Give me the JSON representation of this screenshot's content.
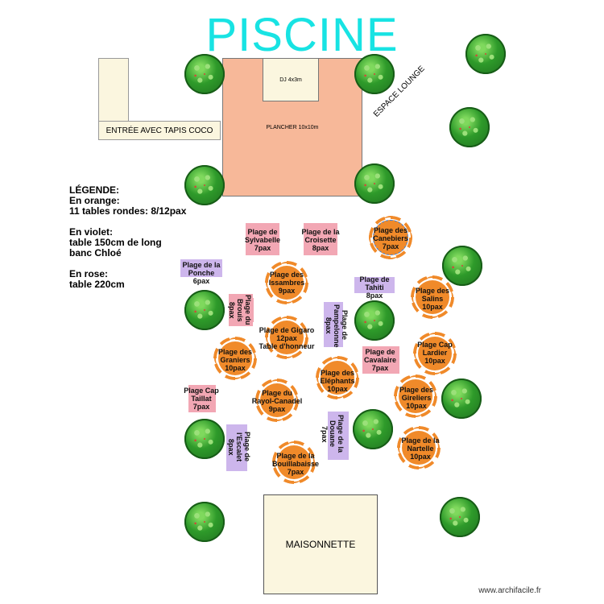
{
  "title": "PISCINE",
  "entree": "ENTRÉE AVEC TAPIS COCO",
  "plancher": "PLANCHER 10x10m",
  "dj": "DJ 4x3m",
  "lounge": "ESPACE LOUNGE",
  "legend": {
    "heading": "LÉGENDE:",
    "orange_label": "En orange:",
    "orange_desc": "11 tables rondes: 8/12pax",
    "violet_label": "En violet:",
    "violet_desc_1": "table 150cm de long",
    "violet_desc_2": "banc Chloé",
    "rose_label": "En rose:",
    "rose_desc": "table 220cm"
  },
  "maisonnette": "MAISONNETTE",
  "credit": "www.archifacile.fr",
  "tables": {
    "sylvabelle": [
      "Plage de",
      "Sylvabelle",
      "7pax"
    ],
    "croisette": [
      "Plage de la",
      "Croisette",
      "8pax"
    ],
    "canebiers": [
      "Plage des",
      "Canebiers",
      "7pax"
    ],
    "ponche": [
      "Plage de la",
      "Ponche",
      "6pax"
    ],
    "issambres": [
      "Plage des",
      "Issambres",
      "9pax"
    ],
    "tahiti": [
      "Plage de",
      "Tahiti",
      "8pax"
    ],
    "salins": [
      "Plage des",
      "Salins",
      "10pax"
    ],
    "brouis": [
      "Plage du",
      "Brouis",
      "8pax"
    ],
    "pampelonne": [
      "Plage de",
      "Pampelonne",
      "8pax"
    ],
    "gigaro": [
      "Plage de Gigaro",
      "12pax",
      "Table d'honneur"
    ],
    "granier": [
      "Plage des",
      "Graniers",
      "10pax"
    ],
    "cavalaire": [
      "Plage de",
      "Cavalaire",
      "7pax"
    ],
    "lardier": [
      "Plage Cap",
      "Lardier",
      "10pax"
    ],
    "elephants": [
      "Plage des",
      "Eléphants",
      "10pax"
    ],
    "taillat": [
      "Plage Cap",
      "Taillat",
      "7pax"
    ],
    "rayol": [
      "Plage du",
      "Rayol-Canadel",
      "9pax"
    ],
    "gireliers": [
      "Plage des",
      "Gireliers",
      "10pax"
    ],
    "douane": [
      "Plage de la",
      "Douane",
      "7pax"
    ],
    "escalet": [
      "Plage de",
      "l'Escalet",
      "8pax"
    ],
    "nartelle": [
      "Plage de la",
      "Nartelle",
      "10pax"
    ],
    "bouillabaisse": [
      "Plage de la",
      "Bouillabaisse",
      "7pax"
    ]
  }
}
